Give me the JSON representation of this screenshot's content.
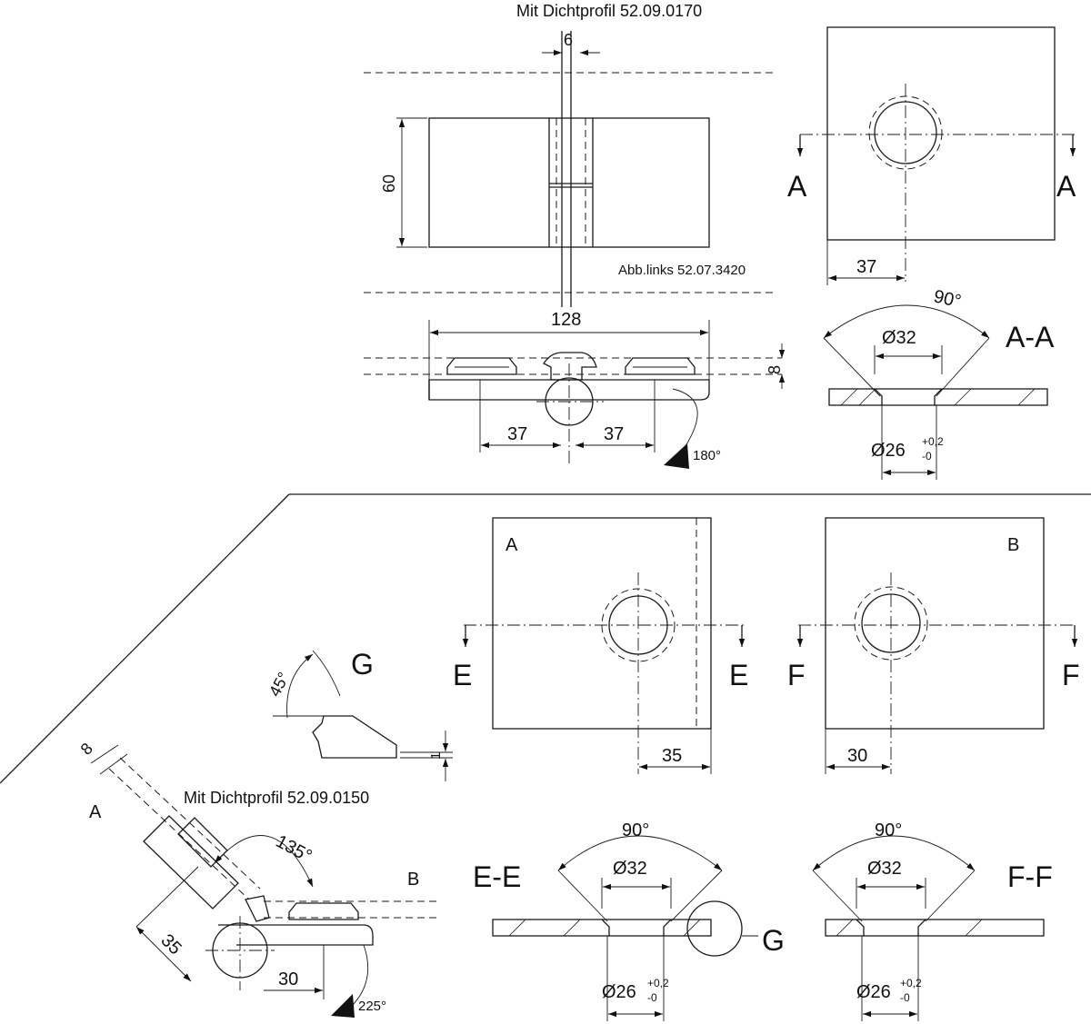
{
  "top": {
    "profile_label": "Mit Dichtprofil 52.09.0170",
    "dim_gap": "6",
    "dim_height": "60",
    "note": "Abb.links 52.07.3420",
    "dim_width": "128",
    "dim_thickness": "8",
    "dim_left": "37",
    "dim_right": "37",
    "angle": "180°"
  },
  "plate_right": {
    "section_letter_left": "A",
    "section_letter_right": "A",
    "dim_hole_pos": "37",
    "section_title": "A-A",
    "angle": "90°",
    "dia_outer": "Ø32",
    "dia_inner": "Ø26",
    "tol_upper": "+0,2",
    "tol_lower": "-0"
  },
  "plate_a": {
    "label": "A",
    "section_left": "E",
    "section_right": "E",
    "dim_hole_pos": "35"
  },
  "plate_b": {
    "label": "B",
    "section_left": "F",
    "section_right": "F",
    "dim_hole_pos": "30"
  },
  "detail_g": {
    "label": "G",
    "angle": "45°",
    "dim": "1"
  },
  "hinge_135": {
    "profile_label": "Mit Dichtprofil 52.09.0150",
    "dim_thickness": "8",
    "label_a": "A",
    "label_b": "B",
    "angle": "135°",
    "dim_35": "35",
    "dim_30": "30",
    "angle_swing": "225°"
  },
  "section_ee": {
    "title": "E-E",
    "angle": "90°",
    "dia_outer": "Ø32",
    "dia_inner": "Ø26",
    "tol_upper": "+0,2",
    "tol_lower": "-0",
    "detail_ref": "G"
  },
  "section_ff": {
    "title": "F-F",
    "angle": "90°",
    "dia_outer": "Ø32",
    "dia_inner": "Ø26",
    "tol_upper": "+0,2",
    "tol_lower": "-0"
  }
}
